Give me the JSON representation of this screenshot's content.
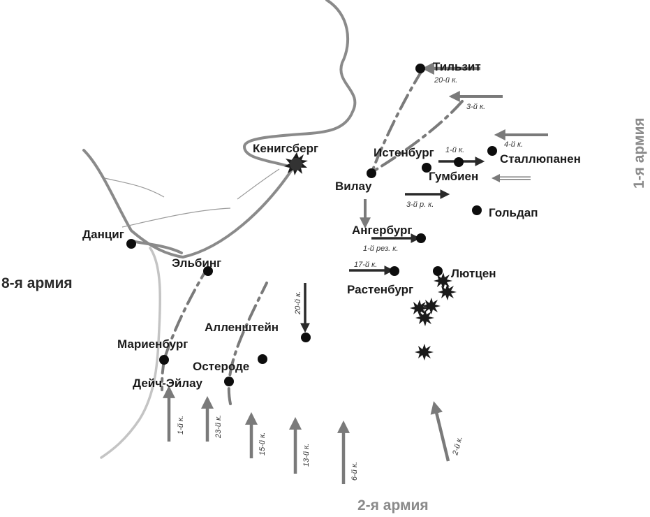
{
  "armies": {
    "eighth": "8-я армия",
    "first": "1-я армия",
    "second": "2-я армия"
  },
  "cities": {
    "tilsit": "Тильзит",
    "konigsberg": "Кенигсберг",
    "istenburg": "Истенбург",
    "stallupenen": "Сталлюпанен",
    "gumbinen": "Гумбиен",
    "vilau": "Вилау",
    "goldap": "Гольдап",
    "angerburg": "Ангербург",
    "danzig": "Данциг",
    "elbing": "Эльбинг",
    "lutzen": "Лютцен",
    "rastenburg": "Растенбург",
    "allenstein": "Алленштейн",
    "marienburg": "Мариенбург",
    "osterode": "Остероде",
    "deutsch_eylau": "Дейч-Эйлау"
  },
  "corps": {
    "c20_tilsit": "20-й к.",
    "c3": "3-й к.",
    "c4": "4-й к.",
    "c1_gumbinen": "1-й к.",
    "c3_reserve": "3-й р. к.",
    "c1_reserve": "1-й рез. к.",
    "c17": "17-й к.",
    "c20_allenstein": "20-й к.",
    "c1_south": "1-й к.",
    "c23": "23-й к.",
    "c15": "15-й к.",
    "c13": "13-й к.",
    "c6": "6-й к.",
    "c2": "2-й к."
  }
}
